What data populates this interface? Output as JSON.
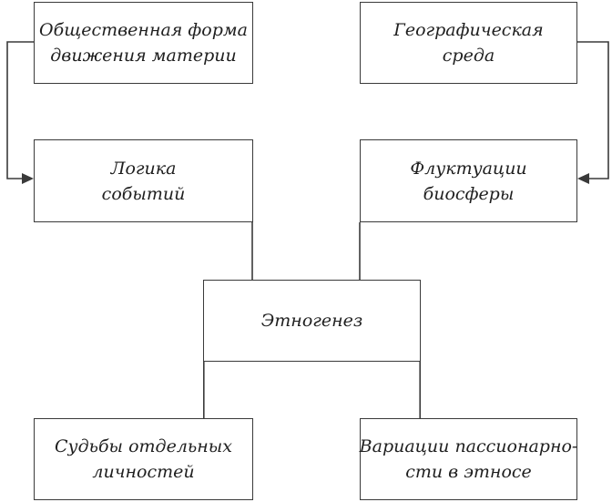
{
  "diagram": {
    "colors": {
      "line": "#3a3a3a",
      "text": "#1f1f1f",
      "background": "#ffffff"
    },
    "boxes": [
      {
        "id": "social-form",
        "lines": [
          "Общественная форма",
          "движения материи"
        ]
      },
      {
        "id": "geographic-environment",
        "lines": [
          "Географическая",
          "среда"
        ]
      },
      {
        "id": "logic-of-events",
        "lines": [
          "Логика",
          "событий"
        ]
      },
      {
        "id": "biosphere-fluctuations",
        "lines": [
          "Флуктуации",
          "биосферы"
        ]
      },
      {
        "id": "ethnogenesis",
        "lines": [
          "Этногенез"
        ]
      },
      {
        "id": "individual-fates",
        "lines": [
          "Судьбы отдельных",
          "личностей"
        ]
      },
      {
        "id": "passionarity-variations",
        "lines": [
          "Вариации пассионарно-",
          "сти в этносе"
        ]
      }
    ],
    "edges": [
      {
        "from": "social-form",
        "to": "logic-of-events",
        "arrow": true
      },
      {
        "from": "geographic-environment",
        "to": "biosphere-fluctuations",
        "arrow": true
      },
      {
        "from": "logic-of-events",
        "to": "ethnogenesis",
        "arrow": false
      },
      {
        "from": "biosphere-fluctuations",
        "to": "ethnogenesis",
        "arrow": false
      },
      {
        "from": "ethnogenesis",
        "to": "individual-fates",
        "arrow": false
      },
      {
        "from": "ethnogenesis",
        "to": "passionarity-variations",
        "arrow": false
      }
    ]
  }
}
